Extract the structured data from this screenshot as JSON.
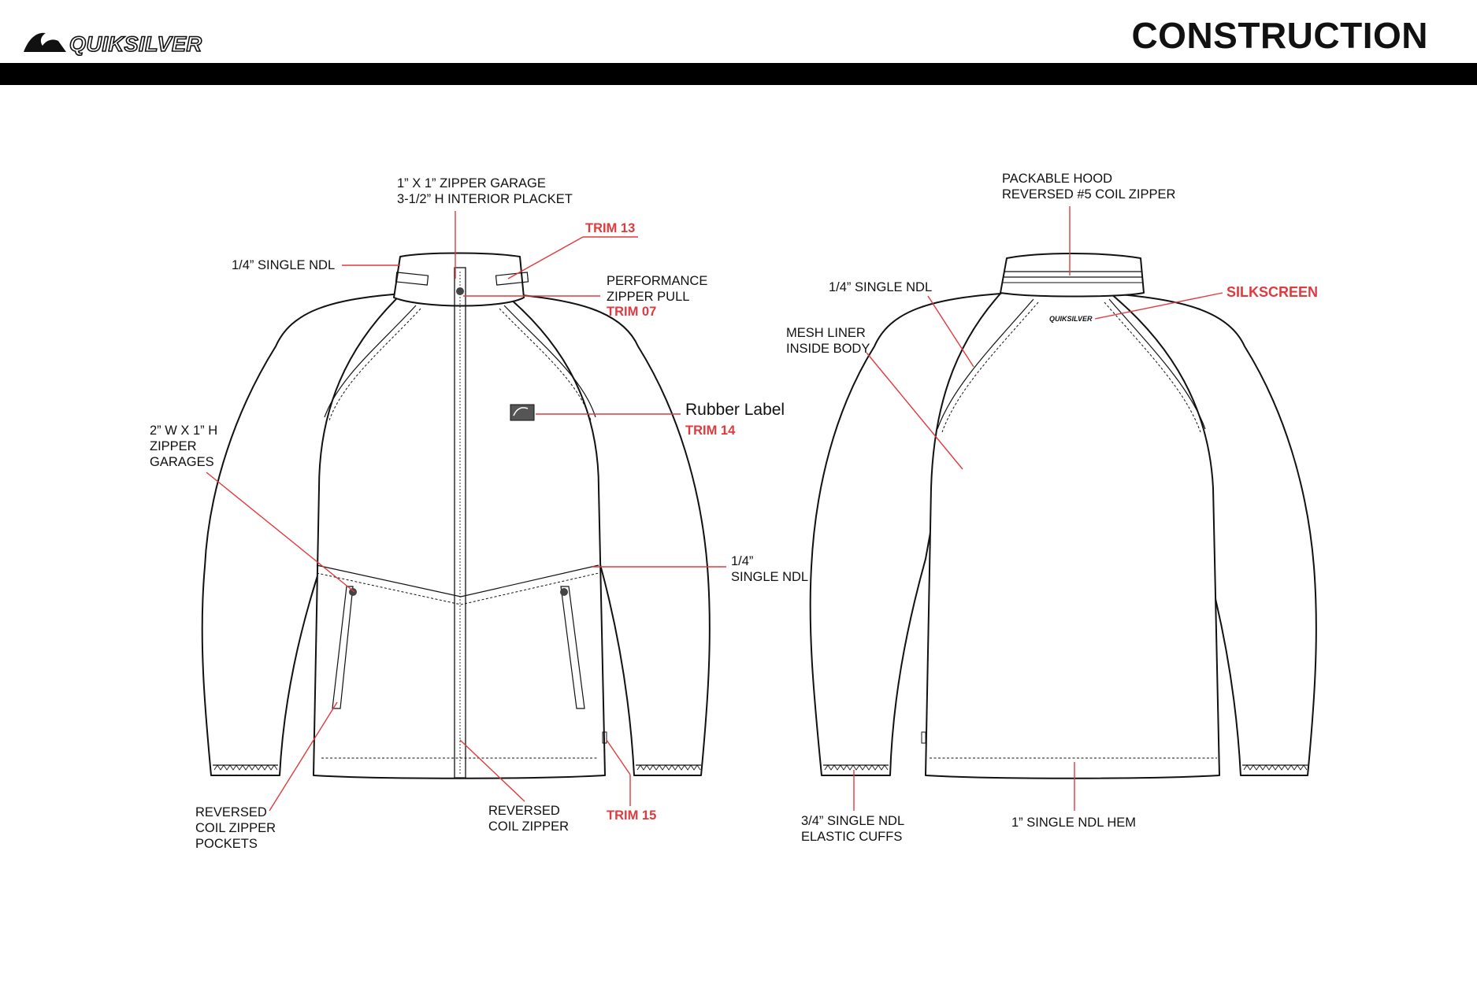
{
  "header": {
    "brand": "QUIKSILVER",
    "title": "CONSTRUCTION",
    "logo_icon": "quiksilver-wave-mountain-logo"
  },
  "colors": {
    "callout_red": "#e03a3e",
    "ink": "#111111",
    "header_bar": "#000000"
  },
  "front_view": {
    "callouts": {
      "zipper_garage_line1": "1” X 1” ZIPPER GARAGE",
      "zipper_garage_line2": "3-1/2” H INTERIOR PLACKET",
      "trim13": "TRIM 13",
      "collar_single_ndl": "1/4” SINGLE NDL",
      "zipper_pull_line1": "PERFORMANCE",
      "zipper_pull_line2": "ZIPPER PULL",
      "trim07": "TRIM 07",
      "rubber_label": "Rubber Label",
      "trim14": "TRIM 14",
      "garages_line1": "2” W X 1” H",
      "garages_line2": "ZIPPER",
      "garages_line3": "GARAGES",
      "yoke_line1": "1/4”",
      "yoke_line2": "SINGLE NDL",
      "pockets_line1": "REVERSED",
      "pockets_line2": "COIL ZIPPER",
      "pockets_line3": "POCKETS",
      "cf_zipper_line1": "REVERSED",
      "cf_zipper_line2": "COIL ZIPPER",
      "trim15": "TRIM 15"
    }
  },
  "back_view": {
    "callouts": {
      "hood_line1": "PACKABLE HOOD",
      "hood_line2": "REVERSED #5 COIL ZIPPER",
      "raglan_single_ndl": "1/4” SINGLE NDL",
      "silkscreen": "SILKSCREEN",
      "mesh_line1": "MESH LINER",
      "mesh_line2": "INSIDE BODY",
      "cuffs_line1": "3/4” SINGLE NDL",
      "cuffs_line2": "ELASTIC CUFFS",
      "hem": "1” SINGLE NDL HEM"
    },
    "silkscreen_logo_text": "QUIKSILVER"
  }
}
